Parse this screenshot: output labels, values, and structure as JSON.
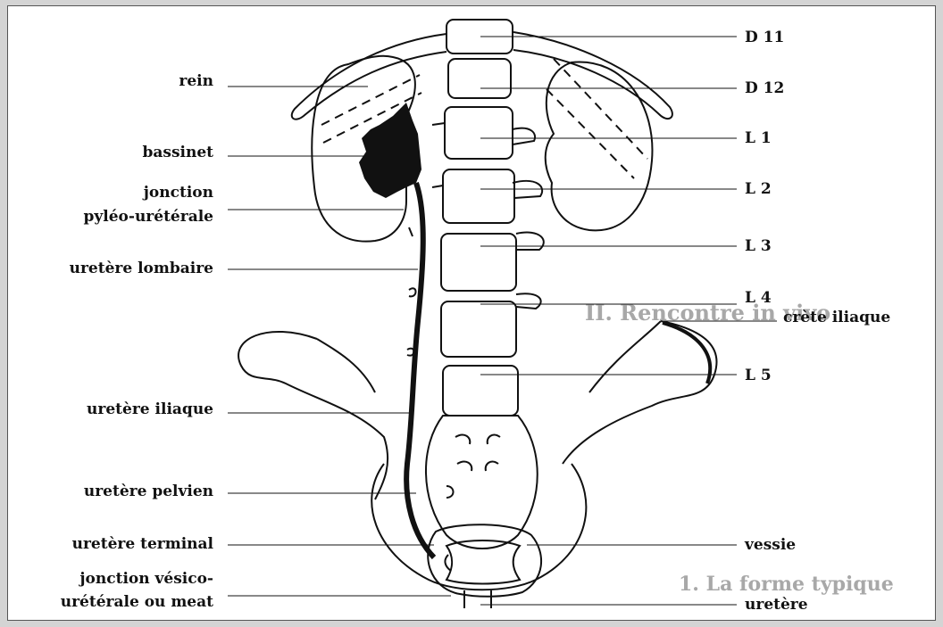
{
  "labels_left": [
    "rein",
    "bassinet",
    "jonction",
    "pyléo-urétérale",
    "uretère lombaire",
    "uretère iliaque",
    "uretère pelvien",
    "uretère terminal",
    "jonction vésico-",
    "urétérale ou meat"
  ],
  "labels_right": [
    "D 11",
    "D 12",
    "L 1",
    "L 2",
    "L 3",
    "L 4",
    "crète iliaque",
    "L 5",
    "vessie",
    "uretère"
  ],
  "background_text": {
    "heading_1": "II. Rencontre in vivo",
    "heading_2": "1. La forme typique"
  }
}
